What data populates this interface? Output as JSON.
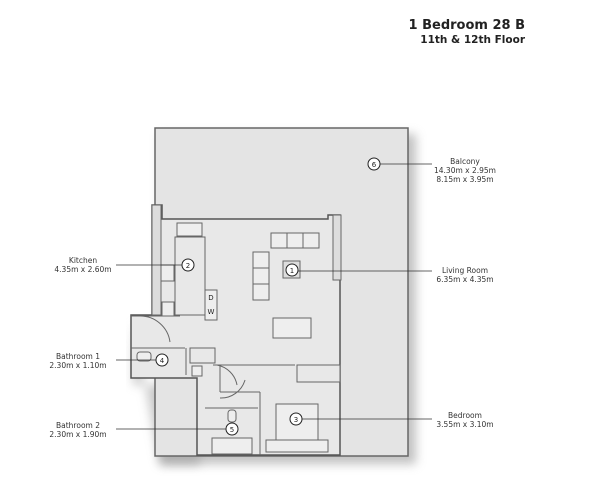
{
  "title": "1 Bedroom 28 B",
  "subtitle": "11th & 12th Floor",
  "rooms": [
    {
      "num": "1",
      "name": "Living Room",
      "size": "6.35m x 4.35m"
    },
    {
      "num": "2",
      "name": "Kitchen",
      "size": "4.35m x 2.60m"
    },
    {
      "num": "3",
      "name": "Bedroom",
      "size": "3.55m x 3.10m"
    },
    {
      "num": "4",
      "name": "Bathroom 1",
      "size": "2.30m x 1.10m"
    },
    {
      "num": "5",
      "name": "Bathroom 2",
      "size": "2.30m x 1.90m"
    },
    {
      "num": "6",
      "name": "Balcony",
      "size": "14.30m x 2.95m",
      "size2": "8.15m x 3.95m"
    }
  ],
  "appliance_labels": {
    "d": "D",
    "w": "W"
  }
}
